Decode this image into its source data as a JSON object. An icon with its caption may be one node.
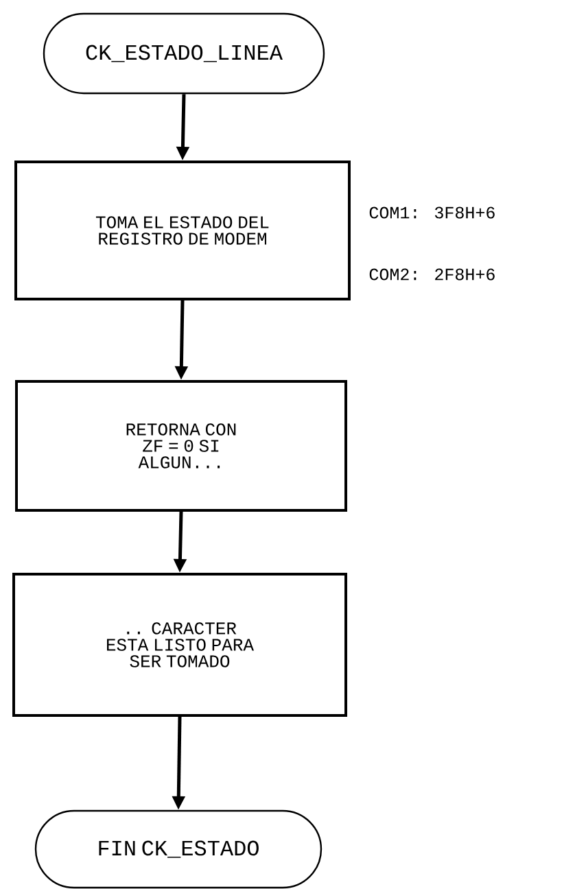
{
  "diagram": {
    "nodes": [
      {
        "text": [
          "CK_ESTADO_LINEA"
        ]
      },
      {
        "text": [
          "TOMA EL ESTADO DEL REGISTRO DE MODEM"
        ],
        "beside": [
          "COM1: 3F8H+6",
          "COM2: 2F8H+6"
        ]
      },
      {
        "text": [
          "RETORNA CON ZF = 0 SI ALGUN..."
        ]
      },
      {
        "text": [
          ".. CARACTER ESTA LISTO PARA SER TOMADO"
        ]
      },
      {
        "text": [
          "FIN CK_ESTADO"
        ]
      }
    ],
    "edges": [
      {
        "from": 0,
        "to": 1,
        "arrow": "to"
      },
      {
        "from": 1,
        "to": 2,
        "arrow": "to"
      },
      {
        "from": 2,
        "to": 3,
        "arrow": "to"
      },
      {
        "from": 3,
        "to": 4,
        "arrow": "to"
      }
    ]
  }
}
